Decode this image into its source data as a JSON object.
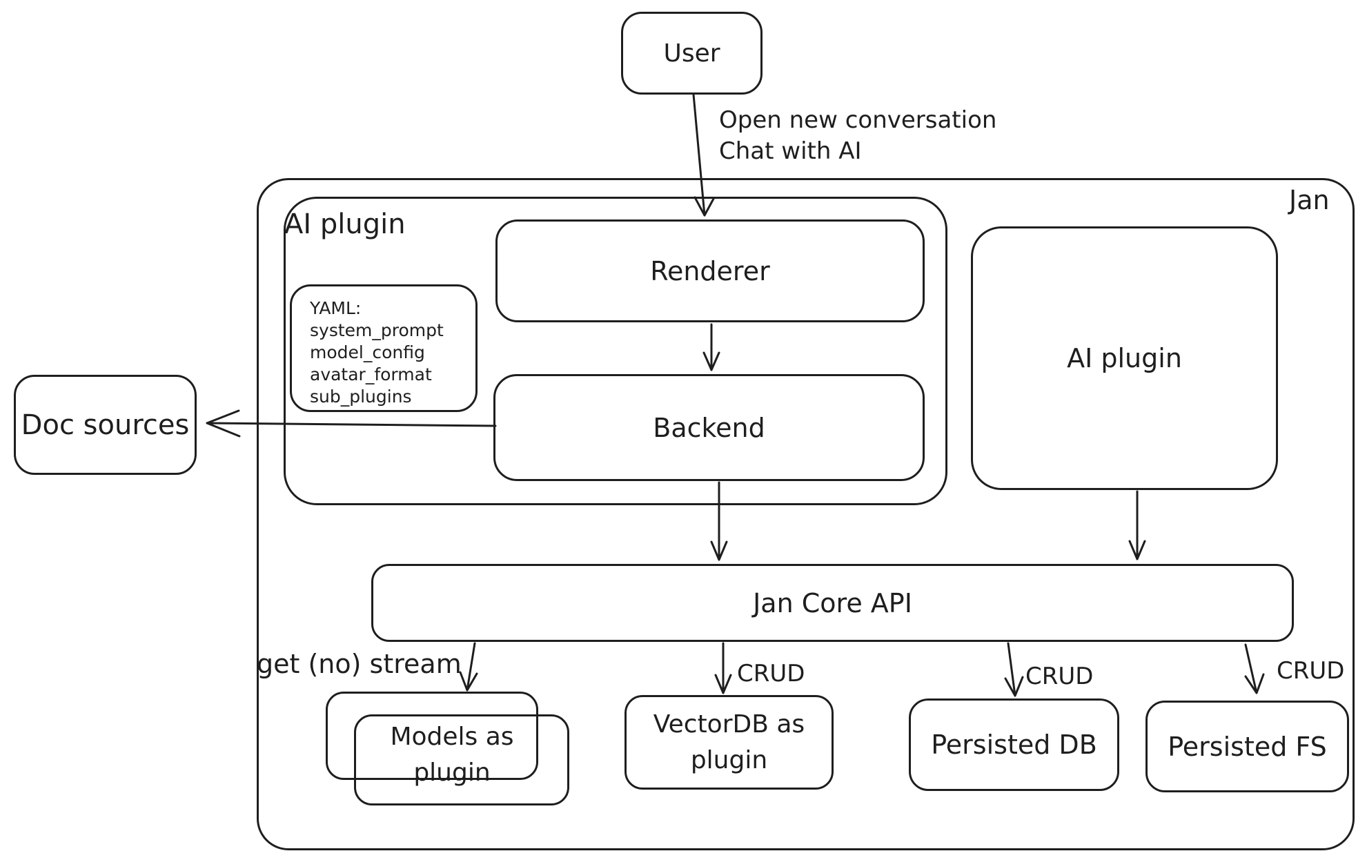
{
  "canvas": {
    "background": "#ffffff",
    "stroke": "#1e1e1e"
  },
  "outer": {
    "label": "Jan"
  },
  "user": {
    "label": "User"
  },
  "flow_label": {
    "line1": "Open new conversation",
    "line2": "Chat with AI"
  },
  "ai_plugin_group": {
    "label": "AI plugin",
    "renderer": {
      "label": "Renderer"
    },
    "backend": {
      "label": "Backend"
    },
    "yaml_note": {
      "line1": "YAML:",
      "line2": "system_prompt",
      "line3": "model_config",
      "line4": "avatar_format",
      "line5": "sub_plugins"
    }
  },
  "doc_sources": {
    "label": "Doc sources"
  },
  "ai_plugin_right": {
    "label": "AI plugin"
  },
  "jan_core_api": {
    "label": "Jan Core API"
  },
  "bottom_row": {
    "models": {
      "line1": "Models as",
      "line2": "plugin"
    },
    "vectordb": {
      "line1": "VectorDB as",
      "line2": "plugin"
    },
    "persisted_db": {
      "label": "Persisted DB"
    },
    "persisted_fs": {
      "label": "Persisted FS"
    }
  },
  "edge_labels": {
    "get_stream": "get (no) stream",
    "crud_vectordb": "CRUD",
    "crud_persisted_db": "CRUD",
    "crud_persisted_fs": "CRUD"
  }
}
